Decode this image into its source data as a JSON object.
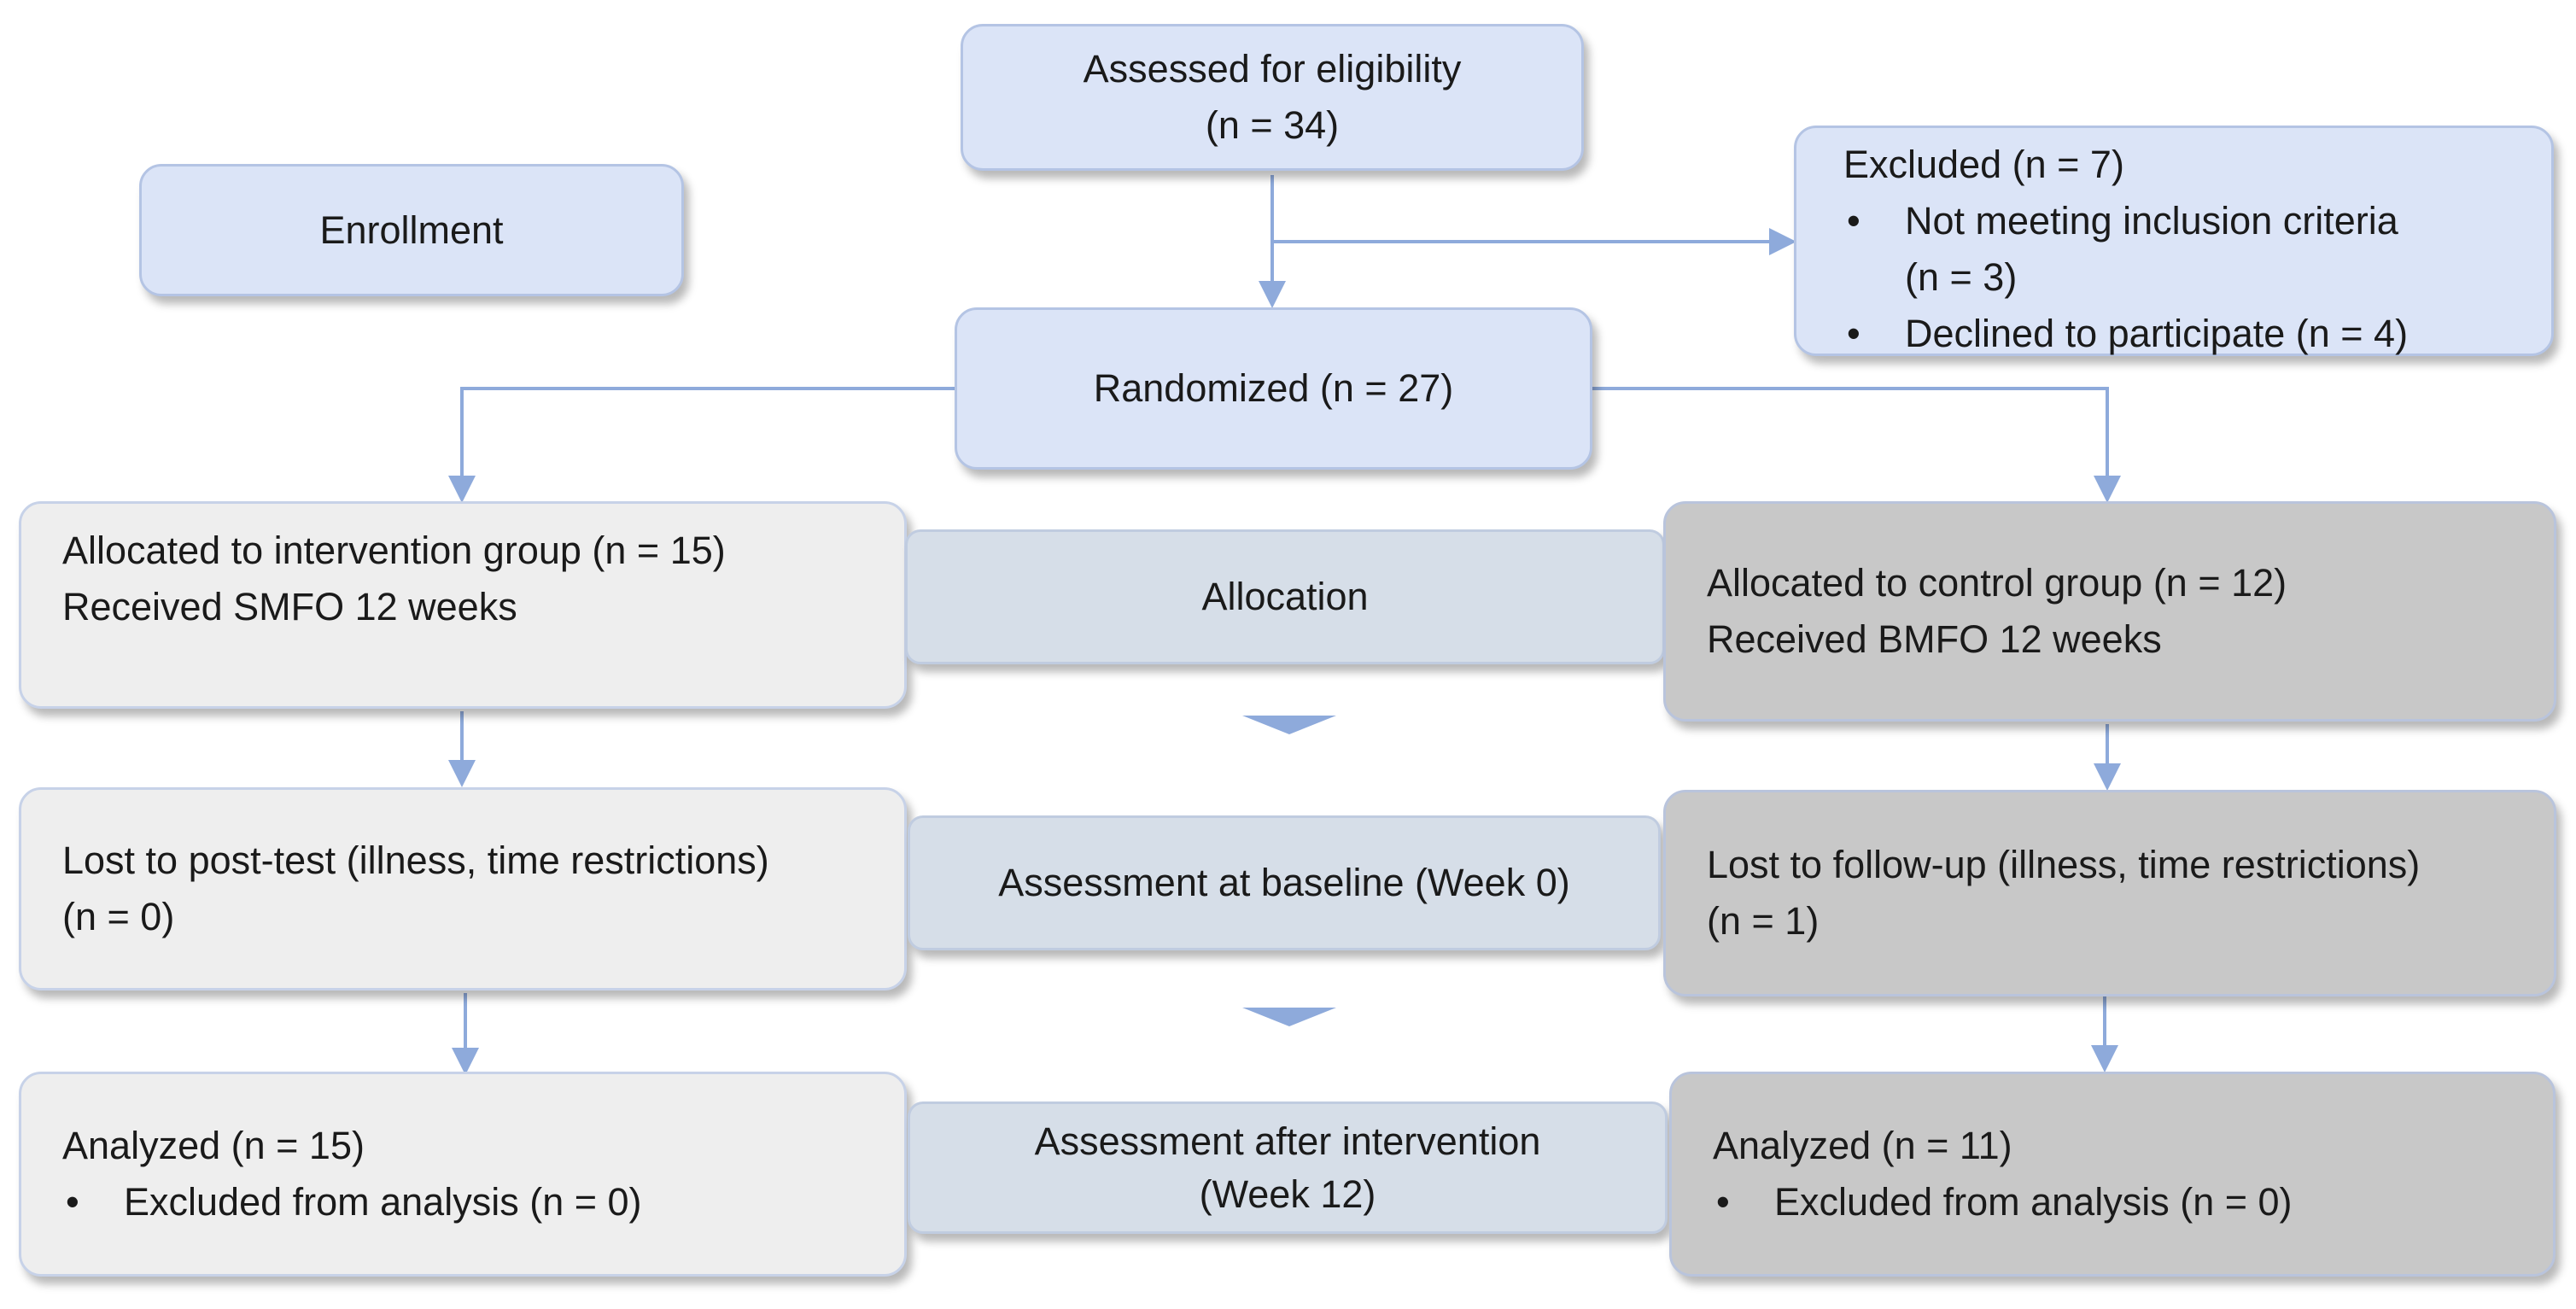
{
  "diagram": {
    "enrollment_label": "Enrollment",
    "assessed": {
      "line1": "Assessed for eligibility",
      "line2": "(n = 34)"
    },
    "excluded": {
      "title": "Excluded (n = 7)",
      "items": [
        {
          "line1": "Not meeting inclusion criteria",
          "line2": "(n = 3)"
        },
        {
          "line1": "Declined to participate (n = 4)"
        }
      ]
    },
    "randomized": "Randomized (n = 27)",
    "intervention_group": {
      "line1": "Allocated to intervention group (n = 15)",
      "line2": "Received SMFO 12 weeks"
    },
    "control_group": {
      "line1": "Allocated to control group (n = 12)",
      "line2": "Received BMFO 12 weeks"
    },
    "stage_allocation": "Allocation",
    "stage_baseline": "Assessment at baseline (Week 0)",
    "stage_after": {
      "line1": "Assessment after intervention",
      "line2": "(Week 12)"
    },
    "intervention_lost": {
      "line1": "Lost to post-test (illness, time restrictions)",
      "line2": "(n = 0)"
    },
    "control_lost": {
      "line1": "Lost to follow-up (illness, time restrictions)",
      "line2": "(n = 1)"
    },
    "intervention_analyzed": {
      "title": "Analyzed (n = 15)",
      "item": "Excluded from analysis (n = 0)"
    },
    "control_analyzed": {
      "title": "Analyzed (n = 11)",
      "item": "Excluded from analysis (n = 0)"
    },
    "colors": {
      "arrow": "#8eaadb",
      "blue_box": "#dbe4f7",
      "stage_box": "#d6dee8",
      "intervention_box": "#eeeeee",
      "control_box": "#c8c8c8"
    }
  }
}
